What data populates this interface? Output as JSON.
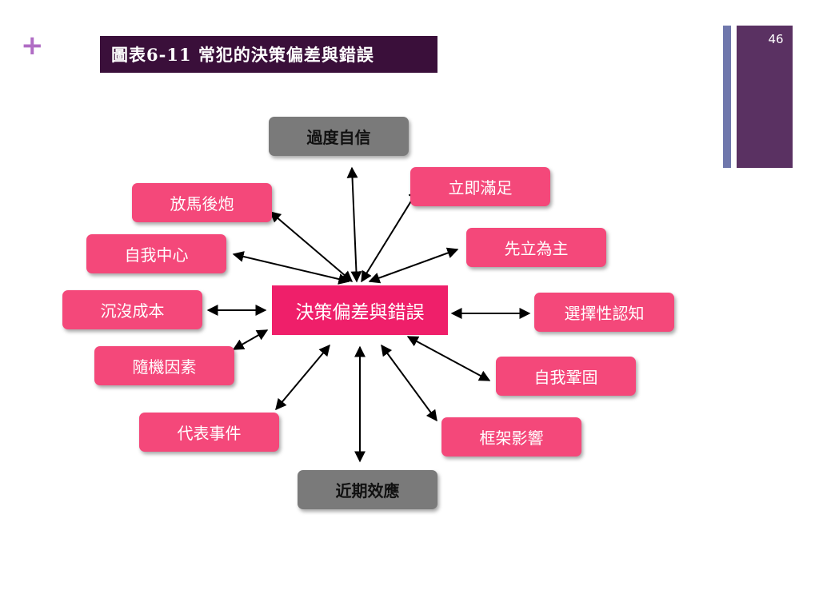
{
  "slide": {
    "plus": "+",
    "title": "圖表6-11 常犯的決策偏差與錯誤",
    "page_number": "46"
  },
  "diagram": {
    "center": "決策偏差與錯誤",
    "nodes": {
      "overconfidence": "過度自信",
      "instant_gratification": "立即滿足",
      "hindsight": "放馬後炮",
      "anchoring": "先立為主",
      "self_serving": "自我中心",
      "sunk_cost": "沉沒成本",
      "selective_perception": "選擇性認知",
      "randomness": "隨機因素",
      "escalation": "自我鞏固",
      "representation": "代表事件",
      "framing": "框架影響",
      "availability": "近期效應"
    }
  },
  "colors": {
    "pink_node": "#f4487a",
    "gray_node": "#7a7a7a",
    "center_node": "#ef1f6a",
    "title_bg": "#3a0f3a",
    "accent_bar": "#5a3162"
  }
}
